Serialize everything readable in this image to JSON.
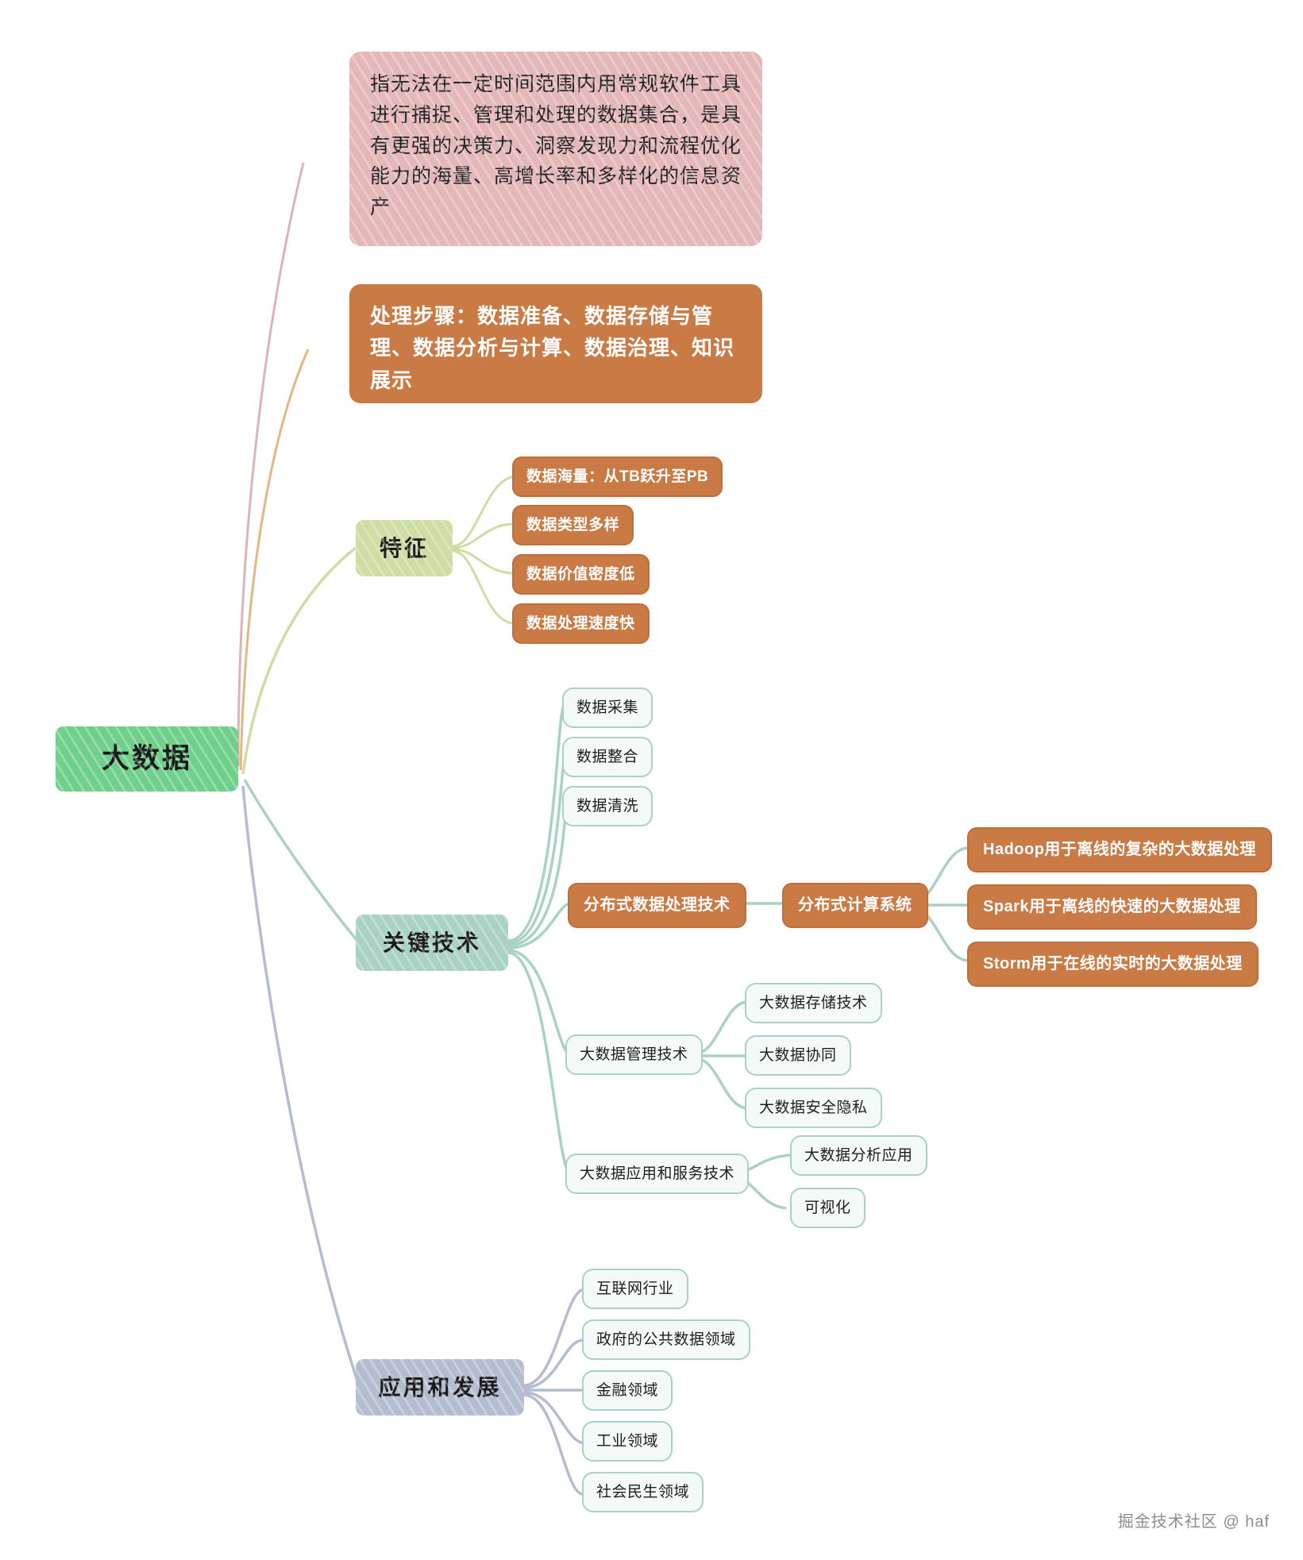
{
  "diagram": {
    "type": "mindmap",
    "title": "大数据",
    "root": {
      "label": "大数据",
      "color": "#6fd08c"
    }
  },
  "notes": {
    "definition": "指无法在一定时间范围内用常规软件工具进行捕捉、管理和处理的数据集合，是具有更强的决策力、洞察发现力和流程优化能力的海量、高增长率和多样化的信息资产",
    "definition_color": "#e4b7b8",
    "steps": "处理步骤：数据准备、数据存储与管理、数据分析与计算、数据治理、知识展示",
    "steps_color": "#c97a45"
  },
  "branches": {
    "features": {
      "label": "特征",
      "color": "#cfdca3",
      "children": [
        "数据海量：从TB跃升至PB",
        "数据类型多样",
        "数据价值密度低",
        "数据处理速度快"
      ]
    },
    "key_tech": {
      "label": "关键技术",
      "color": "#a9d2c4",
      "children": [
        "数据采集",
        "数据整合",
        "数据清洗"
      ],
      "distributed": {
        "label": "分布式数据处理技术",
        "system": "分布式计算系统",
        "engines": [
          "Hadoop用于离线的复杂的大数据处理",
          "Spark用于离线的快速的大数据处理",
          "Storm用于在线的实时的大数据处理"
        ]
      },
      "management": {
        "label": "大数据管理技术",
        "children": [
          "大数据存储技术",
          "大数据协同",
          "大数据安全隐私"
        ]
      },
      "application_service": {
        "label": "大数据应用和服务技术",
        "children": [
          "大数据分析应用",
          "可视化"
        ]
      }
    },
    "application": {
      "label": "应用和发展",
      "color": "#b4bdd0",
      "children": [
        "互联网行业",
        "政府的公共数据领域",
        "金融领域",
        "工业领域",
        "社会民生领域"
      ]
    }
  },
  "footer": {
    "watermark": "掘金技术社区 @ haf"
  }
}
